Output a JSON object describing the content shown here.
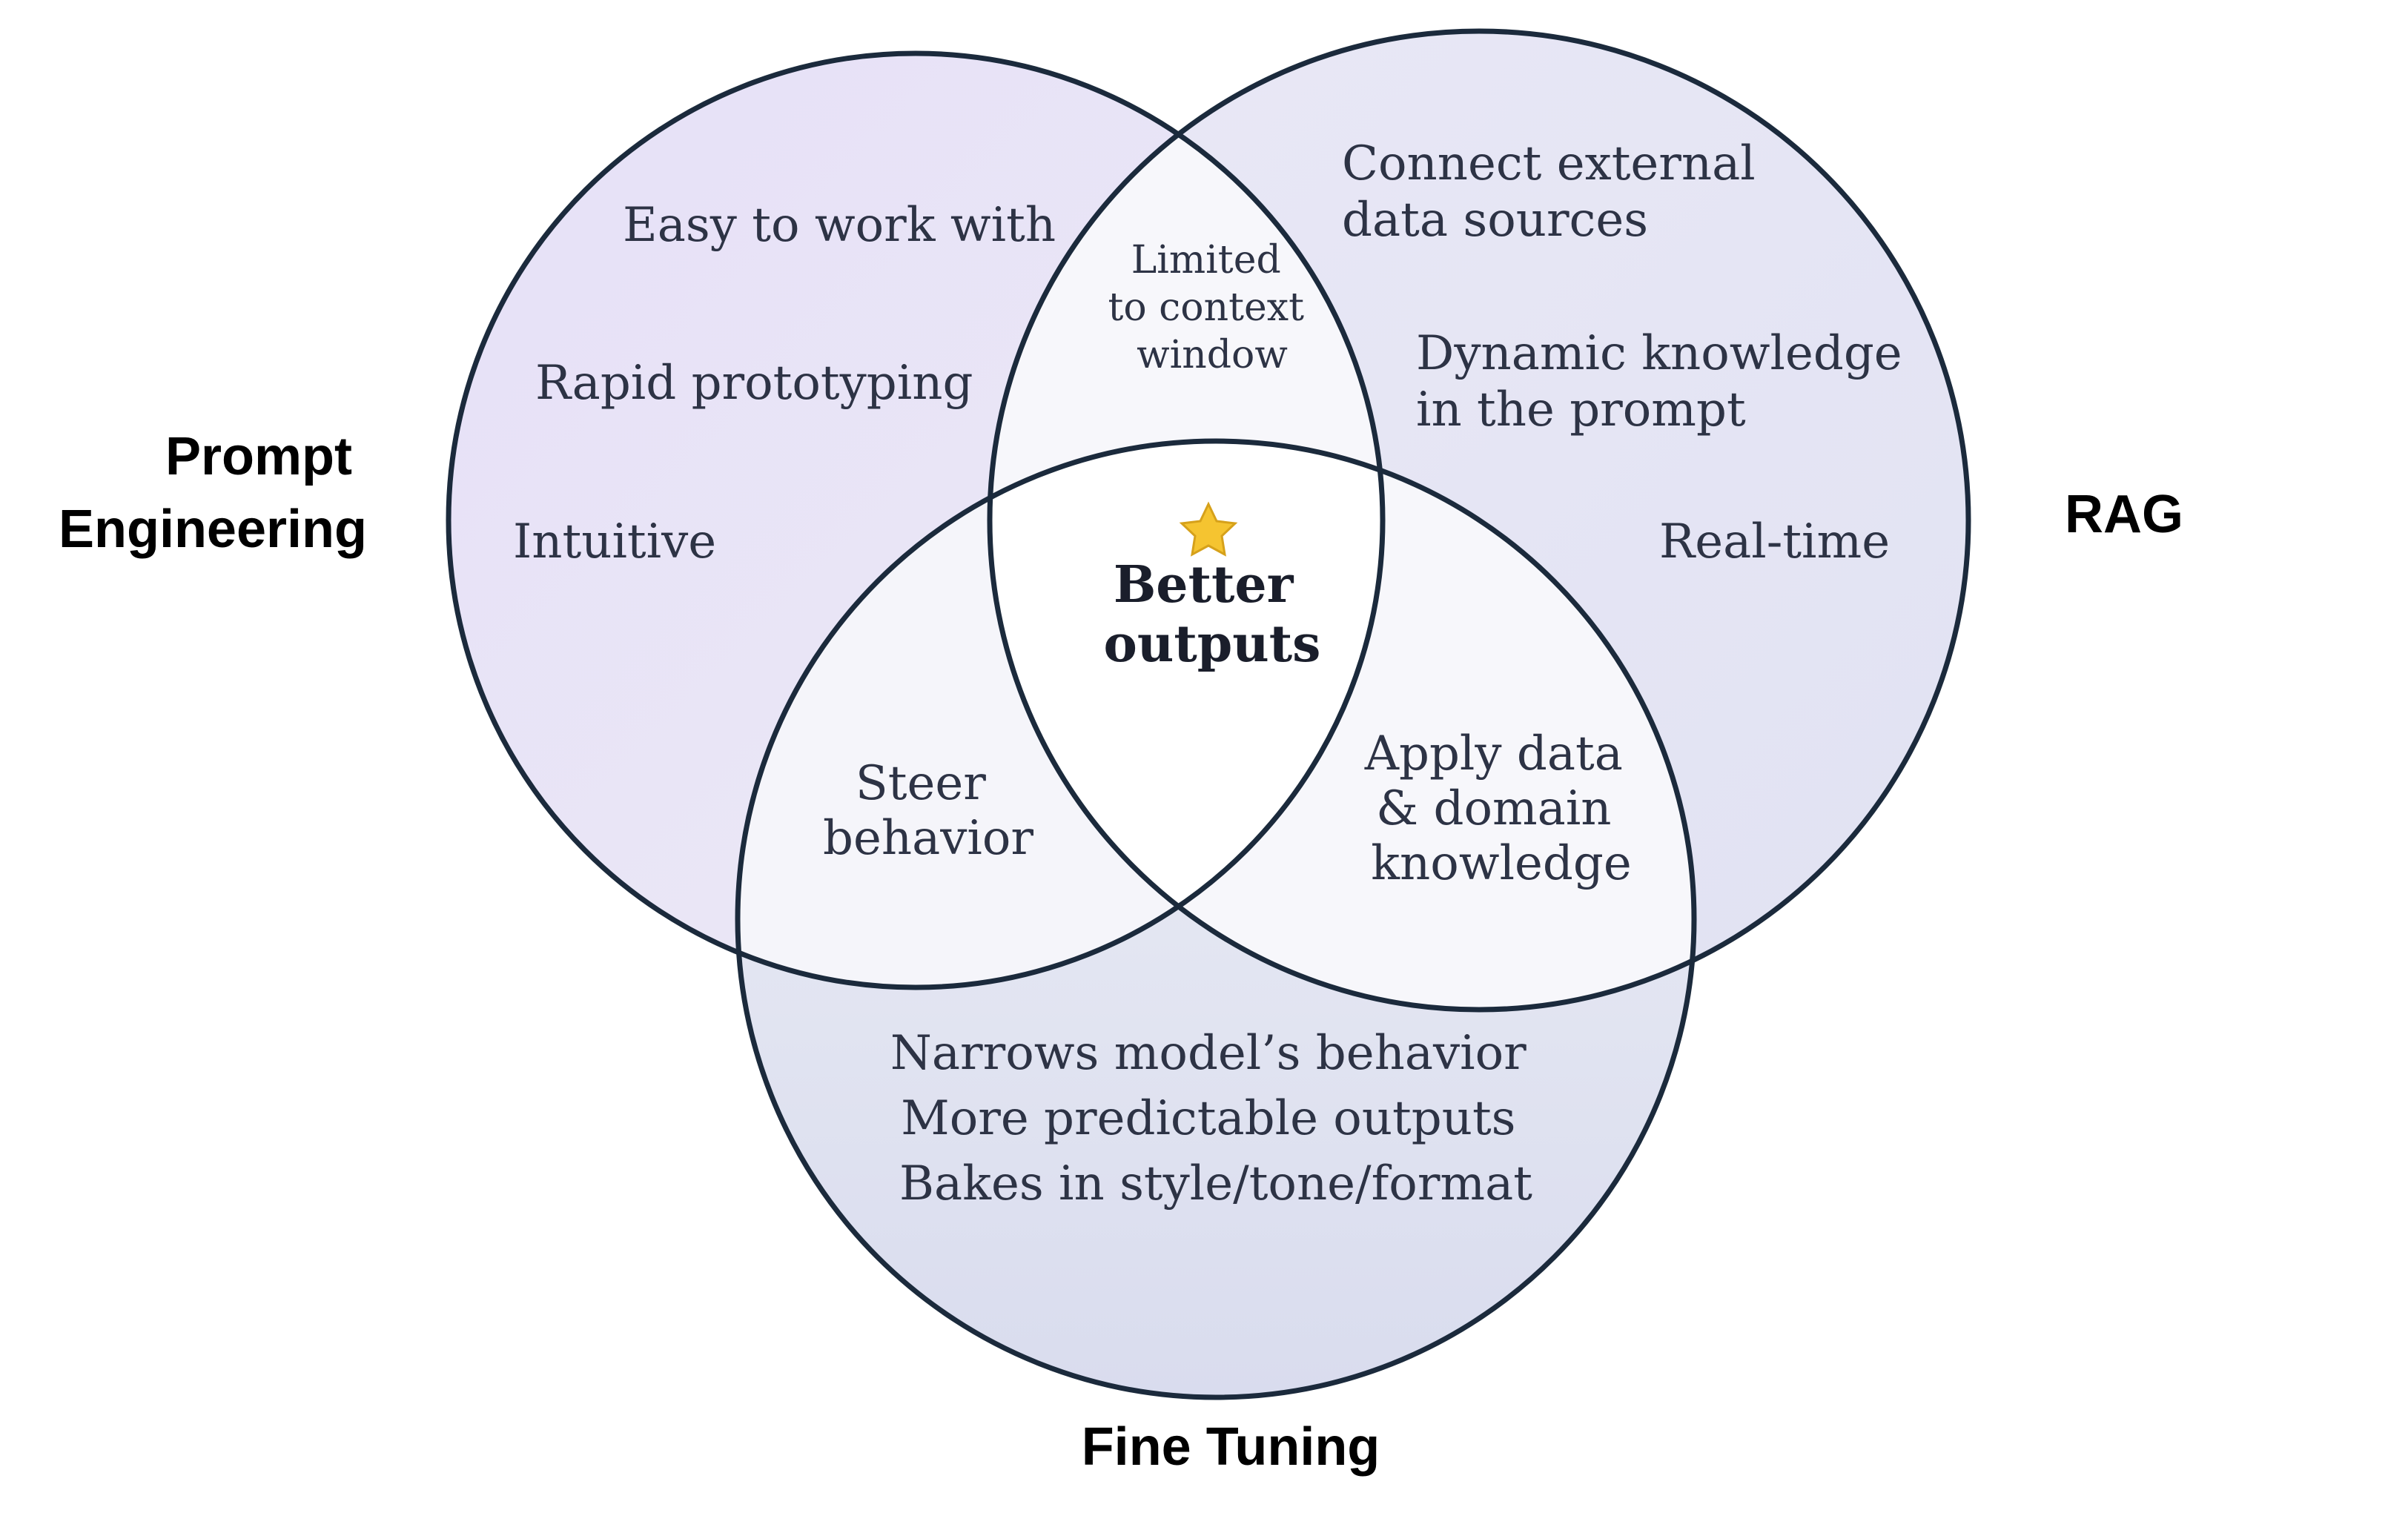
{
  "circles": {
    "prompt_engineering": {
      "label_lines": [
        "Prompt",
        "Engineering"
      ],
      "items": [
        "Easy to work with",
        "Rapid prototyping",
        "Intuitive"
      ]
    },
    "rag": {
      "label_lines": [
        "RAG"
      ],
      "items": [
        [
          "Connect external",
          "data sources"
        ],
        [
          "Dynamic knowledge",
          "in the prompt"
        ],
        [
          "Real-time"
        ]
      ]
    },
    "fine_tuning": {
      "label_lines": [
        "Fine Tuning"
      ],
      "items": [
        "Narrows model’s behavior",
        "More predictable outputs",
        "Bakes in style/tone/format"
      ]
    }
  },
  "overlaps": {
    "prompt_rag": [
      "Limited",
      "to context",
      "window"
    ],
    "prompt_fine_tuning": [
      "Steer",
      "behavior"
    ],
    "rag_fine_tuning": [
      "Apply data",
      "& domain",
      "knowledge"
    ],
    "center": {
      "icon": "star-icon",
      "lines": [
        "Better",
        "outputs"
      ]
    }
  },
  "colors": {
    "circle_fill": "#e6e6f5",
    "overlap_fill": "#f7f7fb",
    "outline": "#1b2a3c",
    "star": "#f5c430"
  }
}
